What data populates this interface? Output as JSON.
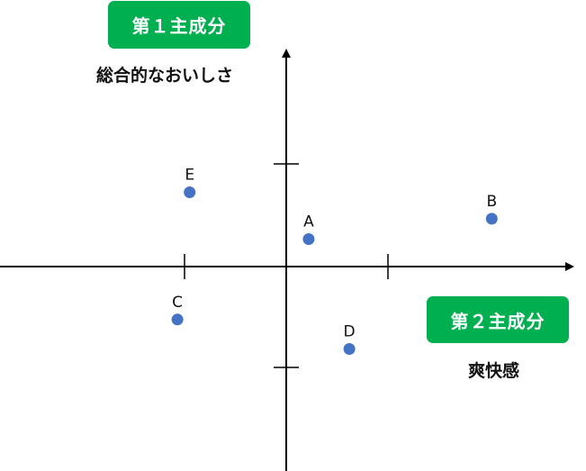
{
  "axis1": {
    "badge": "第１主成分",
    "caption": "総合的なおいしさ"
  },
  "axis2": {
    "badge": "第２主成分",
    "caption": "爽快感"
  },
  "point_color": "#4472c4",
  "badge_color": "#00b050",
  "points": [
    {
      "label": "A",
      "pc2": 0.22,
      "pc1": 0.27
    },
    {
      "label": "B",
      "pc2": 2.02,
      "pc1": 0.47
    },
    {
      "label": "C",
      "pc2": -1.07,
      "pc1": -0.52
    },
    {
      "label": "D",
      "pc2": 0.62,
      "pc1": -0.81
    },
    {
      "label": "E",
      "pc2": -0.95,
      "pc1": 0.73
    }
  ]
}
